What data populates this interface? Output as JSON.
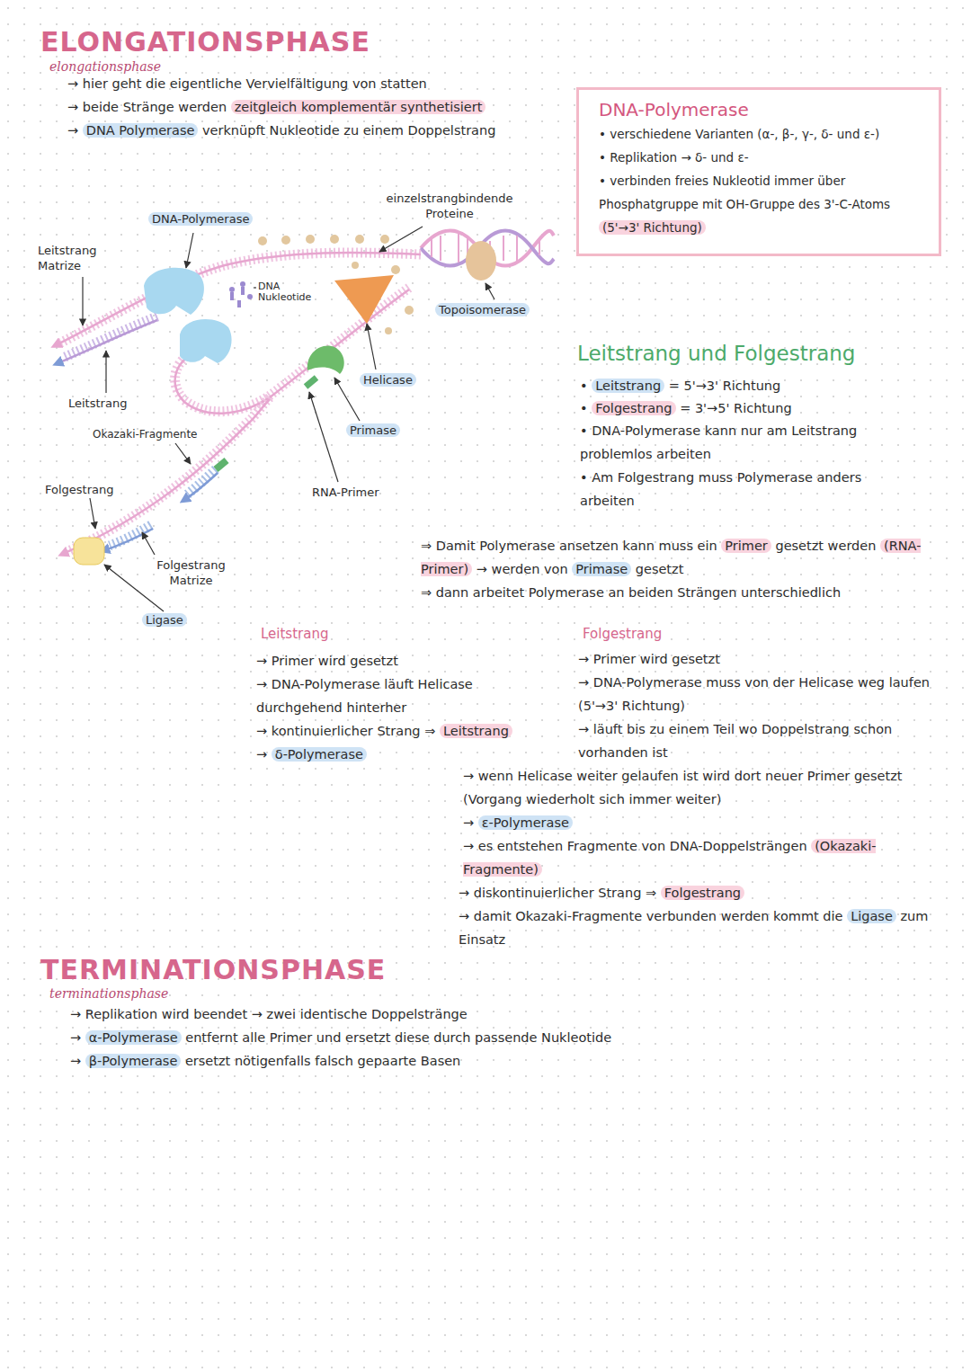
{
  "diagram": {
    "title": "ELONGATIONSPHASE",
    "nodes": [
      {
        "text": [
          "DNA-Polymerase",
          "• verschiedene Varianten (α-, β-, γ-, δ- und ε-)",
          "• Replikation → δ- und ε-",
          "• verbinden freies Nukleotid immer über Phosphatgruppe mit OH-Gruppe des 3'-C-Atoms",
          "(5'→3' Richtung)"
        ]
      }
    ],
    "labels": [
      "elongationsphase",
      "→ hier geht die eigentliche Vervielfältigung von statten",
      "→ beide Stränge werden",
      "zeitgleich komplementär synthetisiert",
      "→",
      "DNA Polymerase",
      "verknüpft Nukleotide zu einem Doppelstrang",
      "DNA-Polymerase",
      "einzelstrangbindende Proteine",
      "Leitstrang Matrize",
      "DNA Nukleotide",
      "Topoisomerase",
      "Helicase",
      "Leitstrang",
      "Primase",
      "Okazaki-Fragmente",
      "Folgestrang",
      "RNA-Primer",
      "Folgestrang Matrize",
      "Ligase",
      "Leitstrang und Folgestrang",
      "•",
      "Leitstrang",
      "= 5'→3' Richtung",
      "•",
      "Folgestrang",
      "= 3'→5' Richtung",
      "• DNA-Polymerase kann nur am Leitstrang problemlos arbeiten",
      "• Am Folgestrang muss Polymerase anders arbeiten",
      "⇒ Damit Polymerase ansetzen kann muss ein",
      "Primer",
      "gesetzt werden",
      "(RNA-Primer)",
      "→ werden von",
      "Primase",
      "gesetzt",
      "⇒ dann arbeitet Polymerase an beiden Strängen unterschiedlich",
      "Leitstrang",
      "→ Primer wird gesetzt",
      "→ DNA-Polymerase läuft Helicase durchgehend hinterher",
      "→ kontinuierlicher Strang ⇒",
      "Leitstrang",
      "→",
      "δ-Polymerase",
      "Folgestrang",
      "→ Primer wird gesetzt",
      "→ DNA-Polymerase muss von der Helicase weg laufen (5'→3' Richtung)",
      "→ läuft bis zu einem Teil wo Doppelstrang schon vorhanden ist",
      "→ wenn Helicase weiter gelaufen ist wird dort neuer Primer gesetzt (Vorgang wiederholt sich immer weiter)",
      "→",
      "ε-Polymerase",
      "→ es entstehen Fragmente von DNA-Doppelsträngen",
      "(Okazaki-Fragmente)",
      "→ diskontinuierlicher Strang ⇒",
      "Folgestrang",
      "→ damit Okazaki-Fragmente verbunden werden kommt die",
      "Ligase",
      "zum Einsatz",
      "TERMINATIONSPHASE",
      "terminationsphase",
      "→ Replikation wird beendet → zwei identische Doppelstränge",
      "→",
      "α-Polymerase",
      "entfernt alle Primer und ersetzt diese durch passende Nukleotide",
      "→",
      "β-Polymerase",
      "ersetzt nötigenfalls falsch gepaarte Basen"
    ]
  }
}
